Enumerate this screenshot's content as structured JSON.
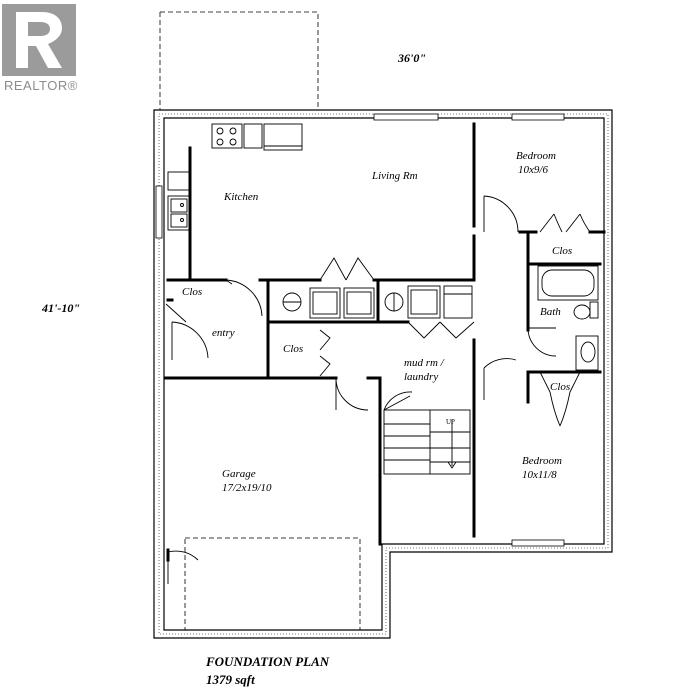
{
  "watermark": {
    "text": "REALTOR",
    "symbol": "®"
  },
  "dimensions": {
    "width": "36'0\"",
    "depth": "41'-10\""
  },
  "rooms": {
    "kitchen": "Kitchen",
    "living": "Living Rm",
    "bedroom1_name": "Bedroom",
    "bedroom1_size": "10x9/6",
    "bedroom2_name": "Bedroom",
    "bedroom2_size": "10x11/8",
    "clos1": "Clos",
    "clos2": "Clos",
    "clos3": "Clos",
    "clos4": "Clos",
    "bath": "Bath",
    "entry": "entry",
    "mudrm_line1": "mud rm /",
    "mudrm_line2": "laundry",
    "garage_name": "Garage",
    "garage_size": "17/2x19/10",
    "stair_up": "UP"
  },
  "caption": {
    "title": "FOUNDATION PLAN",
    "area": "1379 sqft"
  },
  "colors": {
    "wall": "#000000",
    "watermark": "#9b9b9b",
    "background": "#ffffff"
  }
}
